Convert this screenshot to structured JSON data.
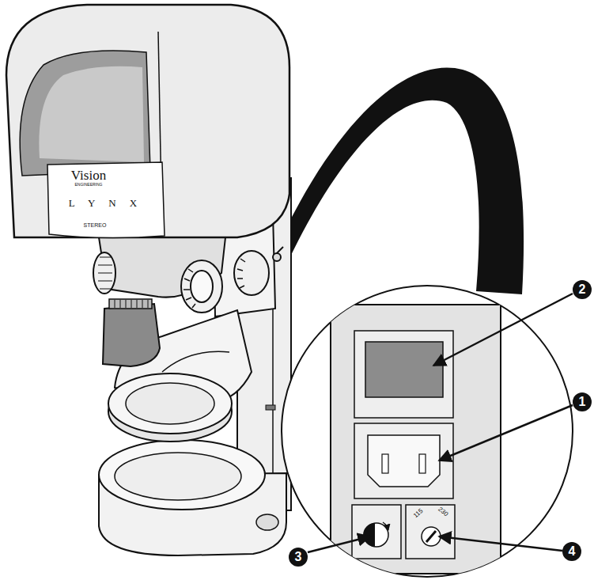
{
  "diagram": {
    "labels": [
      "Vision",
      "ENGINEERING",
      "L Y N X",
      "STEREO",
      "115",
      "230",
      "2",
      "1",
      "3",
      "4"
    ]
  }
}
